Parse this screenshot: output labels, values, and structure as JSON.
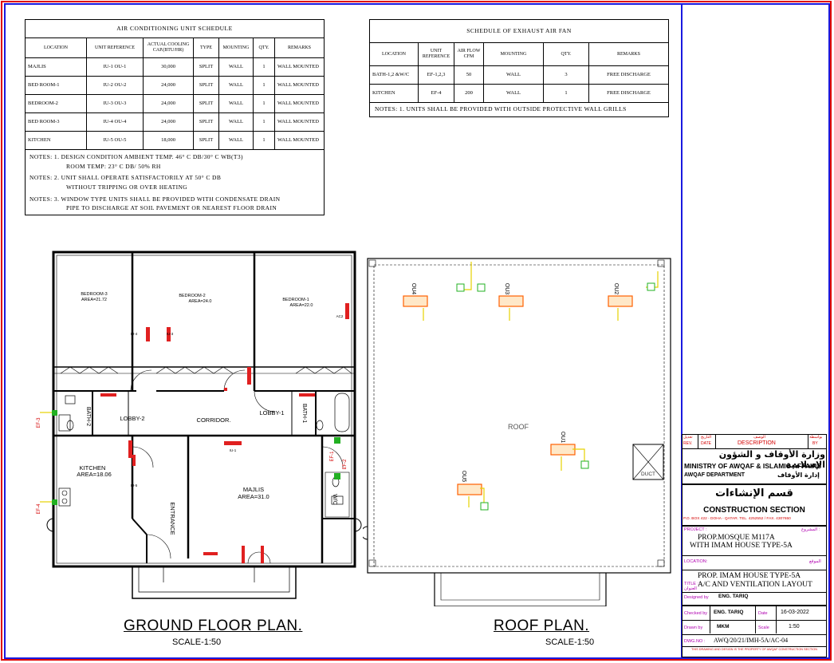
{
  "ac_schedule": {
    "title": "AIR CONDITIONING UNIT SCHEDULE",
    "headers": [
      "LOCATION",
      "UNIT REFERENCE",
      "ACTUAL COOLING CAP.(BTU/HR)",
      "TYPE",
      "MOUNTING",
      "QTY.",
      "REMARKS"
    ],
    "rows": [
      {
        "location": "MAJLIS",
        "unit": "IU-1 OU-1",
        "cap": "30,000",
        "type": "SPLIT",
        "mounting": "WALL",
        "qty": "1",
        "remarks": "WALL MOUNTED"
      },
      {
        "location": "BED ROOM-1",
        "unit": "IU-2 OU-2",
        "cap": "24,000",
        "type": "SPLIT",
        "mounting": "WALL",
        "qty": "1",
        "remarks": "WALL MOUNTED"
      },
      {
        "location": "BEDROOM-2",
        "unit": "IU-3 OU-3",
        "cap": "24,000",
        "type": "SPLIT",
        "mounting": "WALL",
        "qty": "1",
        "remarks": "WALL MOUNTED"
      },
      {
        "location": "BED ROOM-3",
        "unit": "IU-4 OU-4",
        "cap": "24,000",
        "type": "SPLIT",
        "mounting": "WALL",
        "qty": "1",
        "remarks": "WALL MOUNTED"
      },
      {
        "location": "KITCHEN",
        "unit": "IU-5 OU-5",
        "cap": "18,000",
        "type": "SPLIT",
        "mounting": "WALL",
        "qty": "1",
        "remarks": "WALL MOUNTED"
      }
    ],
    "notes": [
      "NOTES: 1. DESIGN CONDITION AMBIENT TEMP. 46° C DB/30° C WB(T3)",
      "ROOM TEMP: 23° C DB/ 50% RH",
      "NOTES: 2. UNIT SHALL OPERATE SATISFACTORILY AT 50° C DB",
      "WITHOUT TRIPPING OR OVER HEATING",
      "NOTES: 3. WINDOW TYPE UNITS SHALL BE PROVIDED WITH CONDENSATE DRAIN",
      "PIPE TO DISCHARGE AT SOIL PAVEMENT OR NEAREST FLOOR DRAIN"
    ]
  },
  "exhaust_schedule": {
    "title": "SCHEDULE OF EXHAUST AIR FAN",
    "headers": [
      "LOCATION",
      "UNIT REFERENCE",
      "AIR FLOW CFM",
      "MOUNTING",
      "QTY.",
      "REMARKS"
    ],
    "rows": [
      {
        "location": "BATH-1,2 &W/C",
        "unit": "EF-1,2,3",
        "cfm": "50",
        "mounting": "WALL",
        "qty": "3",
        "remarks": "FREE DISCHARGE"
      },
      {
        "location": "KITCHEN",
        "unit": "EF-4",
        "cfm": "200",
        "mounting": "WALL",
        "qty": "1",
        "remarks": "FREE DISCHARGE"
      }
    ],
    "note": "NOTES: 1. UNITS SHALL BE PROVIDED WITH OUTSIDE PROTECTIVE WALL GRILLS"
  },
  "ground_floor": {
    "caption": "GROUND FLOOR PLAN.",
    "scale": "SCALE-1:50",
    "rooms": {
      "bedroom3": "BEDROOM-3",
      "bedroom3_area": "AREA=21.72",
      "bedroom2": "BEDROOM-2",
      "bedroom2_area": "AREA=24.0",
      "bedroom1": "BEDROOM-1",
      "bedroom1_area": "AREA=22.0",
      "bath2": "BATH-2",
      "lobby2": "LOBBY-2",
      "corridor": "CORRIDOR.",
      "lobby1": "LOBBY-1",
      "bath1": "BATH-1",
      "kitchen": "KITCHEN",
      "kitchen_area": "AREA=18.06",
      "majlis": "MAJLIS",
      "majlis_area": "AREA=31.0",
      "entrance": "ENTRANCE",
      "wc": "W/C"
    },
    "tags": {
      "iu1": "IU-1",
      "iu3": "IU-3",
      "iu4": "IU-4",
      "iu5": "IU-5",
      "ac2": "AC2",
      "ef1": "EF-1",
      "ef2": "EF-2",
      "ef3": "EF-3",
      "ef4": "EF-4"
    }
  },
  "roof": {
    "caption": "ROOF PLAN.",
    "scale": "SCALE-1:50",
    "label": "ROOF",
    "duct": "DUCT",
    "units": {
      "ou1": "OU1",
      "ou2": "OU2",
      "ou3": "OU3",
      "ou4": "OU4",
      "ou5": "OU5"
    }
  },
  "title_block": {
    "rev_headers": [
      "REV.",
      "DATE",
      "DESCRIPTION",
      "BY"
    ],
    "rev_headers_ar": [
      "تعديل",
      "التاريخ",
      "الوصف",
      "بواسطة"
    ],
    "ministry_ar": "وزارة الأوقاف و الشؤون الإسلامية",
    "ministry_en": "MINISTRY OF AWQAF & ISLAMIC AFFAIRS",
    "dept_en": "AWQAF DEPARTMENT",
    "dept_ar": "إدارة الأوقاف",
    "section_ar": "قسم الإنشاءات",
    "section_en": "CONSTRUCTION SECTION",
    "address": "P.O. BOX 422 - DOHA - QATAR. TEL. 4252552 / FAX. 4307650",
    "project_label": "PROJECT :",
    "project_label_ar": "المشروع :",
    "project_line1": "PROP.MOSQUE M117A",
    "project_line2": "WITH IMAM HOUSE TYPE-5A",
    "location_label": "LOCATION:",
    "location_label_ar": "الموقع",
    "title_label": "TITLE :",
    "title_label_ar": "العنوان",
    "title_line1": "PROP. IMAM HOUSE TYPE-5A",
    "title_line2": "A/C AND VENTILATION LAYOUT",
    "designed_label": "Designed by",
    "designed_by": "ENG. TARIQ",
    "checked_label": "Checked by",
    "checked_by": "ENG. TARIQ",
    "date_label": "Date",
    "date": "16-03-2022",
    "drawn_label": "Drawn by",
    "drawn_by": "MKM",
    "scale_label": "Scale",
    "scale": "1:50",
    "dwg_label": "DWG.NO :",
    "dwg_no": "AWQ/20/21/IMH-5A/AC-04",
    "disclaimer": "THIS DRAWING AND DESIGN IS THE PROPERTY OF AWQAF CONSTRUCTION SECTION"
  },
  "colors": {
    "frame_red": "#e00000",
    "frame_blue": "#1a1ae0",
    "unit_red": "#e02020",
    "unit_orange": "#ff8000",
    "pipe_yellow": "#e6d200",
    "fan_green": "#22b022"
  }
}
